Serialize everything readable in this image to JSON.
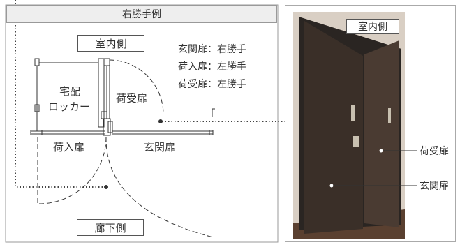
{
  "diagram": {
    "title": "右勝手例",
    "room_inside": "室内側",
    "corridor_side": "廊下側",
    "assignments": [
      "玄関扉：右勝手",
      "荷入扉：左勝手",
      "荷受扉：左勝手"
    ],
    "locker_line1": "宅配",
    "locker_line2": "ロッカー",
    "receive_door": "荷受扉",
    "intake_door": "荷入扉",
    "entrance_door": "玄関扉"
  },
  "photo": {
    "room_inside": "室内側",
    "receive_door": "荷受扉",
    "entrance_door": "玄関扉"
  },
  "colors": {
    "line": "#333333",
    "dotted": "#444444",
    "door_dark": "#3a2f28",
    "door_panel": "#4a3b32",
    "frame": "#2a2522",
    "floor": "#5a4030",
    "wall": "#d9cfc4"
  }
}
